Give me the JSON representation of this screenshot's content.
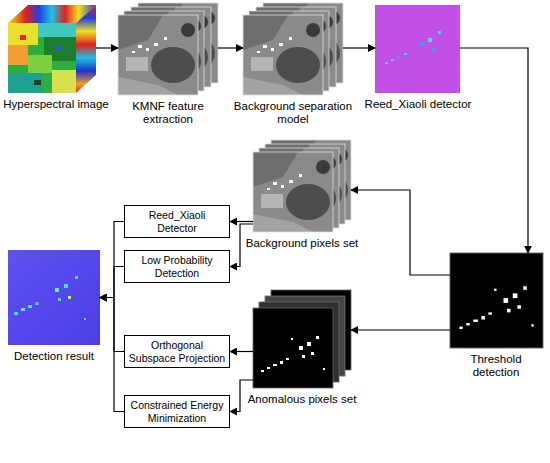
{
  "diagram": {
    "nodes": [
      {
        "text": [
          "Hyperspectral image"
        ]
      },
      {
        "text": [
          "KMNF feature extraction"
        ]
      },
      {
        "text": [
          "Background separation model"
        ]
      },
      {
        "text": [
          "Reed_Xiaoli detector"
        ]
      },
      {
        "text": [
          "Threshold detection"
        ]
      },
      {
        "text": [
          "Background pixels set"
        ]
      },
      {
        "text": [
          "Anomalous pixels set"
        ]
      },
      {
        "text": [
          "Reed_Xiaoli Detector"
        ]
      },
      {
        "text": [
          "Low Probability Detection"
        ]
      },
      {
        "text": [
          "Orthogonal Subspace Projection"
        ]
      },
      {
        "text": [
          "Constrained Energy Minimization"
        ]
      },
      {
        "text": [
          "Detection result"
        ]
      }
    ],
    "edges": [
      {
        "from": 0,
        "to": 1,
        "arrow": "to"
      },
      {
        "from": 1,
        "to": 2,
        "arrow": "to"
      },
      {
        "from": 2,
        "to": 3,
        "arrow": "to"
      },
      {
        "from": 3,
        "to": 4,
        "arrow": "to"
      },
      {
        "from": 4,
        "to": 5,
        "arrow": "to"
      },
      {
        "from": 4,
        "to": 6,
        "arrow": "to"
      },
      {
        "from": 5,
        "to": 7,
        "arrow": "to"
      },
      {
        "from": 5,
        "to": 8,
        "arrow": "to"
      },
      {
        "from": 6,
        "to": 9,
        "arrow": "to"
      },
      {
        "from": 6,
        "to": 10,
        "arrow": "to"
      },
      {
        "from": 7,
        "to": 11,
        "arrow": "to"
      },
      {
        "from": 8,
        "to": 11,
        "arrow": "to"
      },
      {
        "from": 9,
        "to": 11,
        "arrow": "to"
      },
      {
        "from": 10,
        "to": 11,
        "arrow": "to"
      }
    ]
  }
}
